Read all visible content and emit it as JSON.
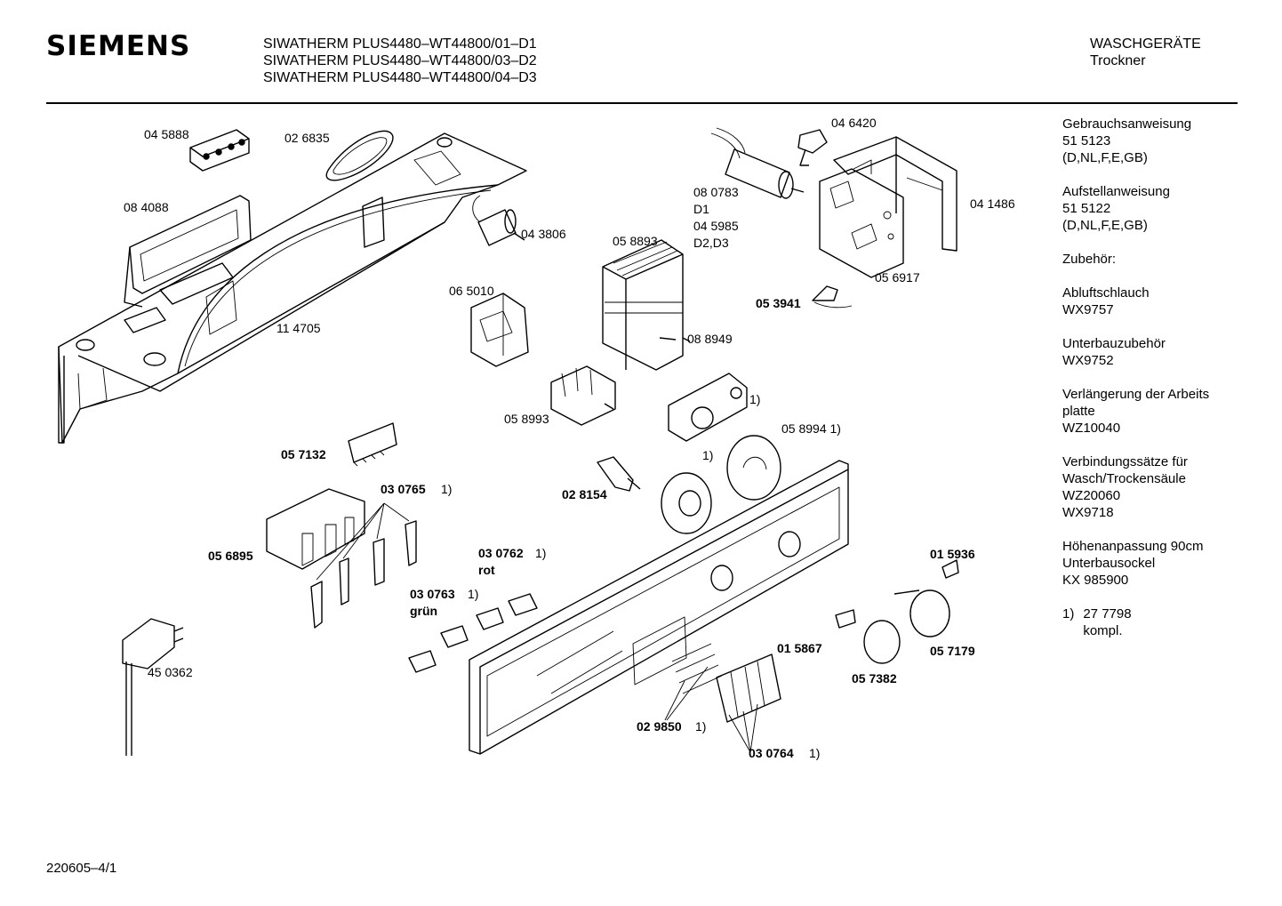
{
  "header": {
    "brand": "SIEMENS",
    "models": [
      "SIWATHERM PLUS4480–WT44800/01–D1",
      "SIWATHERM PLUS4480–WT44800/03–D2",
      "SIWATHERM PLUS4480–WT44800/04–D3"
    ],
    "category": "WASCHGERÄTE",
    "subcategory": "Trockner"
  },
  "sidebar": {
    "groups": [
      [
        "Gebrauchsanweisung",
        "51 5123",
        "(D,NL,F,E,GB)"
      ],
      [
        "Aufstellanweisung",
        "51 5122",
        "(D,NL,F,E,GB)"
      ],
      [
        "",
        "Zubehör:"
      ],
      [
        "Abluftschlauch",
        "WX9757"
      ],
      [
        "Unterbauzubehör",
        "WX9752"
      ],
      [
        "Verlängerung der Arbeits",
        "platte",
        "WZ10040"
      ],
      [
        "Verbindungssätze für",
        "Wasch/Trockensäule",
        "WZ20060",
        "WX9718"
      ],
      [
        "Höhenanpassung 90cm",
        "Unterbausockel",
        "KX 985900"
      ]
    ],
    "footnote": {
      "marker": "1)",
      "lines": [
        "27 7798",
        "kompl."
      ]
    }
  },
  "footer": {
    "code": "220605–4/1"
  },
  "parts": [
    {
      "number": "04 5888",
      "bold": false
    },
    {
      "number": "02 6835",
      "bold": false
    },
    {
      "number": "08 4088",
      "bold": false
    },
    {
      "number": "04 3806",
      "bold": false
    },
    {
      "number": "11 4705",
      "bold": false
    },
    {
      "number": "06 5010",
      "bold": false
    },
    {
      "number": "05 8893",
      "bold": false
    },
    {
      "number": "04 6420",
      "bold": false
    },
    {
      "number": "08 0783",
      "bold": false
    },
    {
      "number": "D1",
      "bold": false
    },
    {
      "number": "04 5985",
      "bold": false
    },
    {
      "number": "D2,D3",
      "bold": false
    },
    {
      "number": "04 1486",
      "bold": false
    },
    {
      "number": "05 6917",
      "bold": false
    },
    {
      "number": "05 3941",
      "bold": true
    },
    {
      "number": "08 8949",
      "bold": false
    },
    {
      "number": "05 8993",
      "bold": false
    },
    {
      "number": "1)",
      "bold": false
    },
    {
      "number": "05 8994 1)",
      "bold": false
    },
    {
      "number": "1)",
      "bold": false
    },
    {
      "number": "05 7132",
      "bold": true
    },
    {
      "number": "03 0765",
      "bold": true
    },
    {
      "number": "1)",
      "bold": false
    },
    {
      "number": "02 8154",
      "bold": true
    },
    {
      "number": "05 6895",
      "bold": true
    },
    {
      "number": "03 0762",
      "bold": true
    },
    {
      "number": "1)",
      "bold": false
    },
    {
      "number": "rot",
      "bold": true
    },
    {
      "number": "03 0763",
      "bold": true
    },
    {
      "number": "1)",
      "bold": false
    },
    {
      "number": "grün",
      "bold": true
    },
    {
      "number": "01 5936",
      "bold": true
    },
    {
      "number": "45 0362",
      "bold": false
    },
    {
      "number": "01 5867",
      "bold": true
    },
    {
      "number": "05 7179",
      "bold": true
    },
    {
      "number": "05 7382",
      "bold": true
    },
    {
      "number": "02 9850",
      "bold": true
    },
    {
      "number": "1)",
      "bold": false
    },
    {
      "number": "03 0764",
      "bold": true
    },
    {
      "number": "1)",
      "bold": false
    }
  ]
}
